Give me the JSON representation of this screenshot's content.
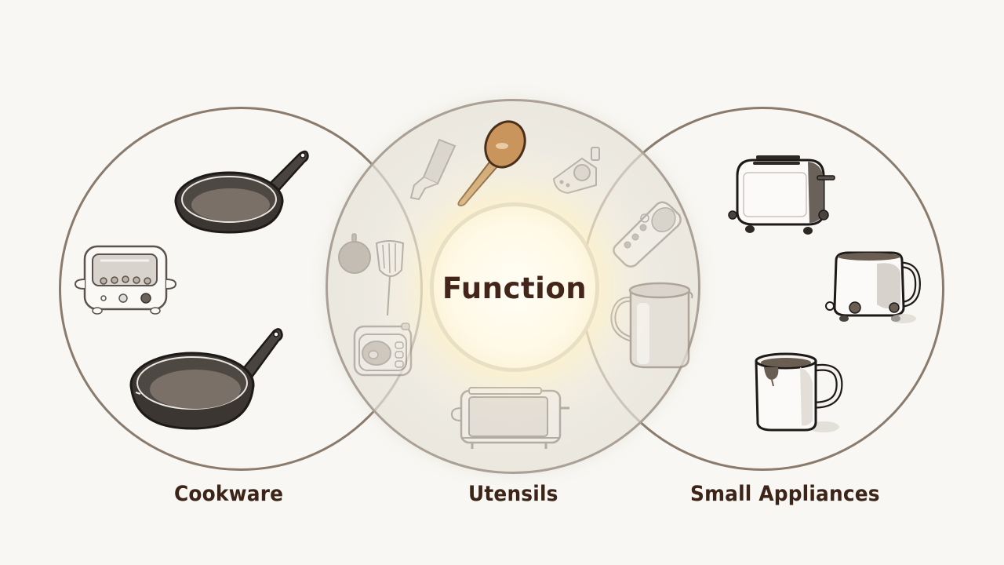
{
  "diagram": {
    "type": "venn-like overlapping circles",
    "center_label": "Function",
    "groups": [
      {
        "label": "Cookware",
        "items": [
          "frying-pan",
          "toaster-oven",
          "skillet"
        ]
      },
      {
        "label": "Utensils",
        "items": [
          "wooden-spoon",
          "bottle",
          "kitchen-scale",
          "ladle",
          "whisk-spatula",
          "radio-appliance",
          "remote-control",
          "mug",
          "toaster"
        ]
      },
      {
        "label": "Small Appliances",
        "items": [
          "toaster",
          "kettle-toaster",
          "coffee-mug"
        ]
      }
    ]
  },
  "labels": {
    "center": "Function",
    "left": "Cookware",
    "middle": "Utensils",
    "right": "Small Appliances"
  },
  "colors": {
    "background": "#f8f7f3",
    "outer_circle_stroke": "#8a7b6c",
    "center_circle_stroke": "#aaa095",
    "text": "#3d2418",
    "glow": "#fff3cc",
    "spoon": "#c9a06a"
  }
}
